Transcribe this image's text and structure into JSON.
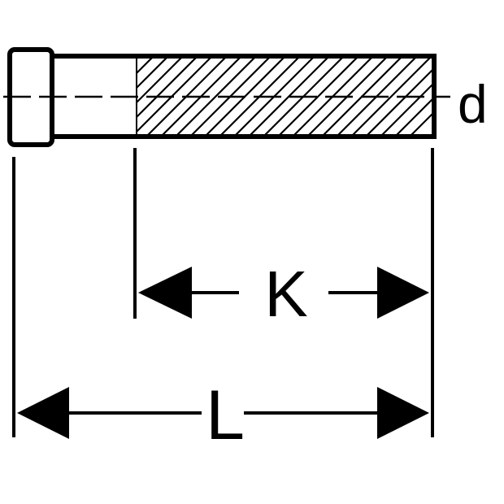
{
  "diagram": {
    "labels": {
      "diameter": "d",
      "thread_length": "K",
      "total_length": "L"
    },
    "colors": {
      "line": "#000000",
      "background": "#ffffff"
    }
  }
}
